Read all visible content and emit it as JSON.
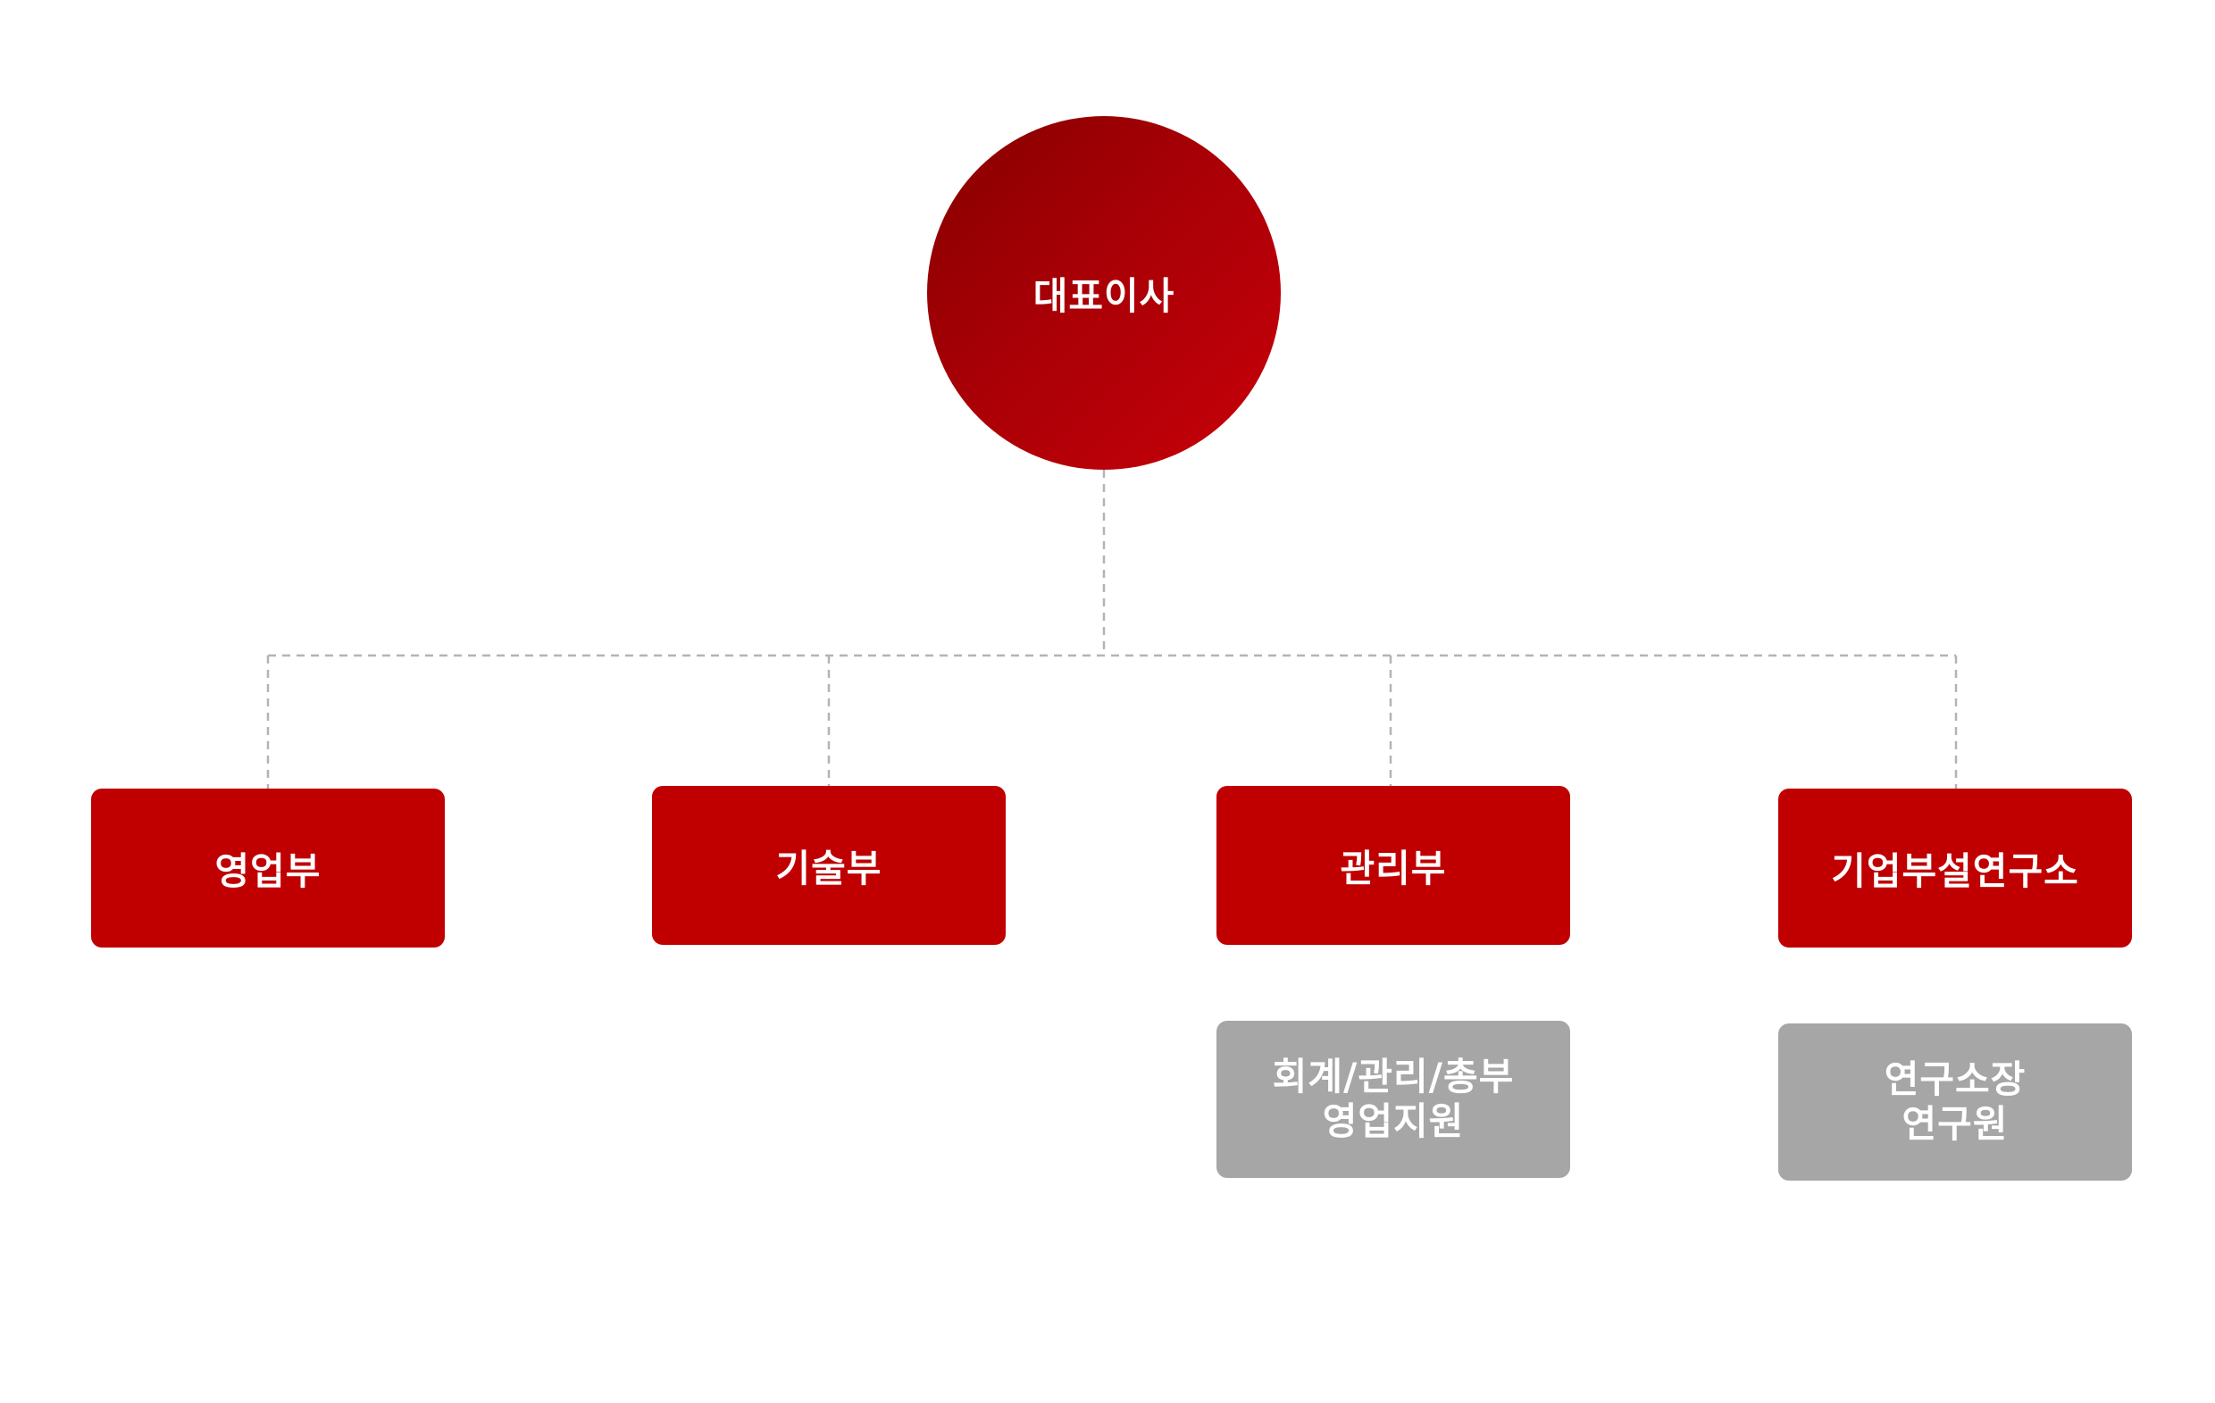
{
  "ceo": {
    "label": "대표이사"
  },
  "departments": [
    {
      "label": "영업부"
    },
    {
      "label": "기술부"
    },
    {
      "label": "관리부"
    },
    {
      "label": "기업부설연구소"
    }
  ],
  "sub_units": {
    "admin": {
      "line1": "회계/관리/총부",
      "line2": "영업지원"
    },
    "lab": {
      "line1": "연구소장",
      "line2": "연구원"
    }
  },
  "colors": {
    "dept_fill": "#c00000",
    "ceo_gradient_dark": "#860000",
    "ceo_gradient_light": "#c8000a",
    "sub_fill": "#a6a6a6",
    "connector": "#b4b4b4"
  }
}
